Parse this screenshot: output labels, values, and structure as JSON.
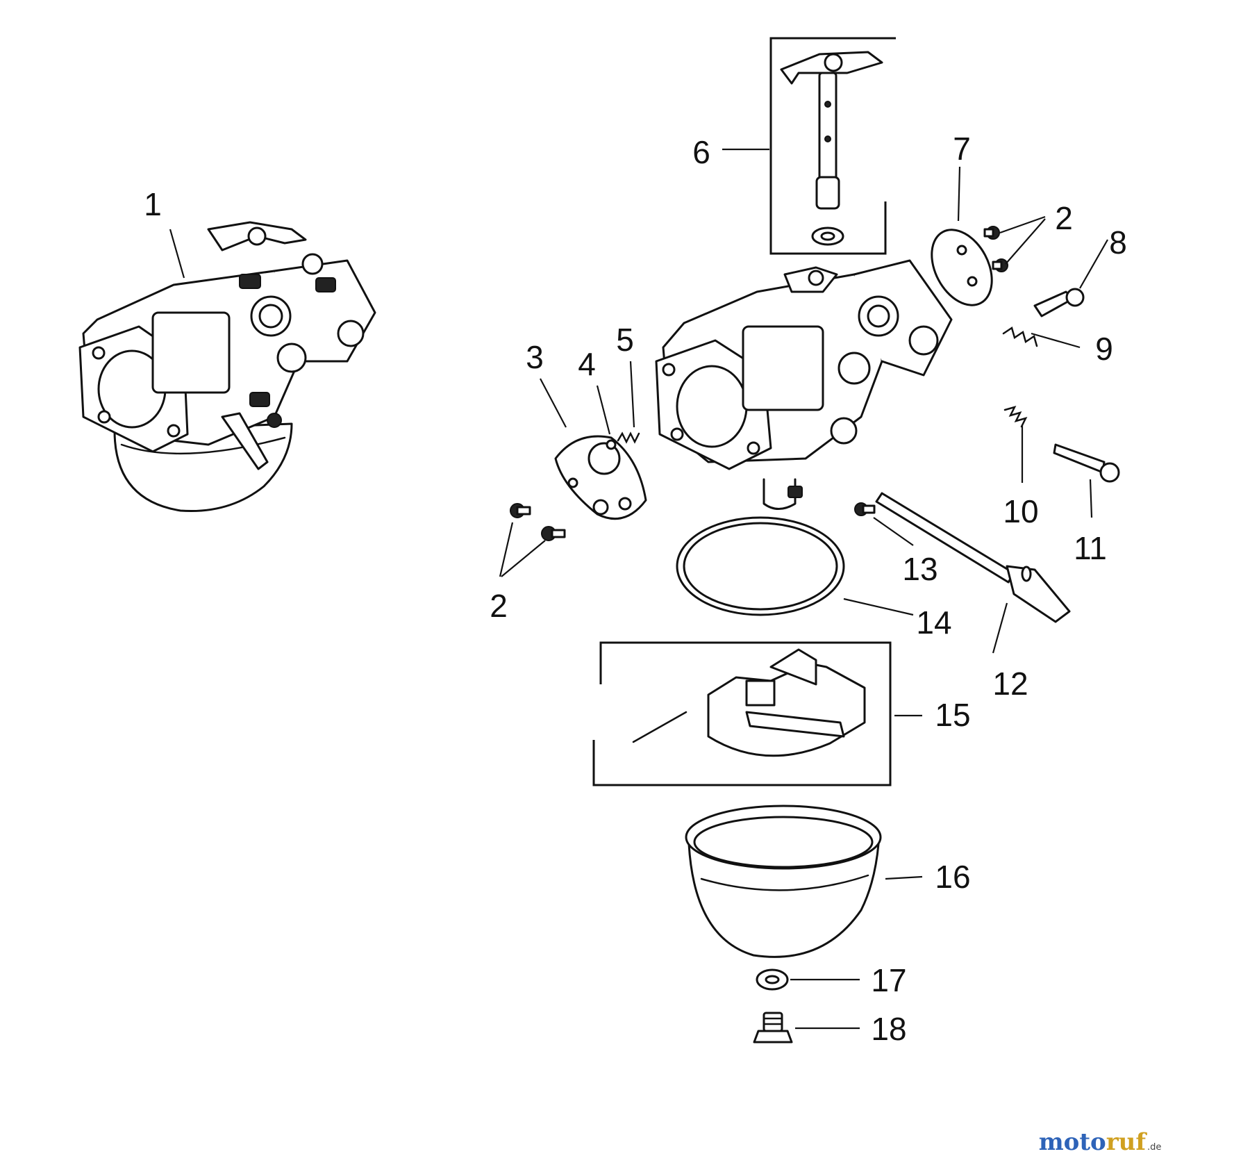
{
  "diagram": {
    "callouts": [
      {
        "id": "c1",
        "text": "1"
      },
      {
        "id": "c2a",
        "text": "2"
      },
      {
        "id": "c2b",
        "text": "2"
      },
      {
        "id": "c3",
        "text": "3"
      },
      {
        "id": "c4",
        "text": "4"
      },
      {
        "id": "c5",
        "text": "5"
      },
      {
        "id": "c6",
        "text": "6"
      },
      {
        "id": "c7",
        "text": "7"
      },
      {
        "id": "c8",
        "text": "8"
      },
      {
        "id": "c9",
        "text": "9"
      },
      {
        "id": "c10",
        "text": "10"
      },
      {
        "id": "c11",
        "text": "11"
      },
      {
        "id": "c12",
        "text": "12"
      },
      {
        "id": "c13",
        "text": "13"
      },
      {
        "id": "c14",
        "text": "14"
      },
      {
        "id": "c15",
        "text": "15"
      },
      {
        "id": "c16",
        "text": "16"
      },
      {
        "id": "c17",
        "text": "17"
      },
      {
        "id": "c18",
        "text": "18"
      }
    ]
  },
  "watermark": {
    "brand_a": "moto",
    "brand_b": "ruf",
    "suffix": ".de",
    "color_a": "#2e63b8",
    "color_b": "#d0a020"
  }
}
